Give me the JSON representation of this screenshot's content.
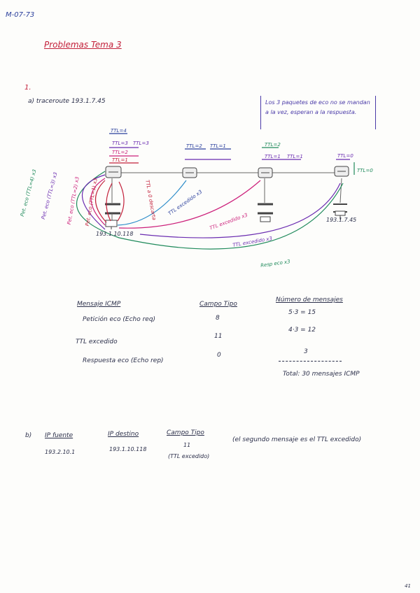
{
  "header": {
    "code": "M-07-73",
    "title": "Problemas Tema 3",
    "page_number": "41"
  },
  "section_a": {
    "mark": "1.",
    "cmd": "a) traceroute 193.1.7.45",
    "note": "Los 3 paquetes de eco no se mandan a la vez, esperan a la respuesta.",
    "ttl_labels": {
      "r1_top": [
        "TTL=4",
        "TTL=3",
        "TTL=2",
        "TTL=1"
      ],
      "r1_top_right": [
        "TTL=3"
      ],
      "r2_top": [
        "TTL=2",
        "TTL=1"
      ],
      "r3_top": [
        "TTL=2",
        "TTL=1"
      ],
      "r3_top2": [
        "TTL=1"
      ],
      "r4_top": [
        "TTL=0"
      ],
      "r4_side": "TTL=0"
    },
    "arrow_labels": {
      "ttl_excedido_x3": "TTL excedido x3",
      "ttl_excedido_x3b": "TTL excedido x3",
      "ttl_excedido_x3c": "TTL excedido x3",
      "resp_eco_x3": "Resp eco x3",
      "pet_eco_1": "Pet. eco (TTL=4) x3",
      "pet_eco_2": "Pet. eco (TTL=3) x3",
      "pet_eco_3": "Pet. eco (TTL=2) x3",
      "pet_eco_4": "Pet. eco (TTL=1) x3",
      "ttl_descartado": "TTL a 0 descarta"
    },
    "hosts": {
      "source": "193.1.10.118",
      "dest": "193.1.7.45"
    }
  },
  "table": {
    "headers": [
      "Mensaje ICMP",
      "Campo Tipo",
      "Número de mensajes"
    ],
    "rows": [
      {
        "msg": "Petición eco (Echo req)",
        "tipo": "8",
        "count": "5·3 = 15"
      },
      {
        "msg": "TTL excedido",
        "tipo": "11",
        "count": "4·3 = 12"
      },
      {
        "msg": "Respuesta eco (Echo rep)",
        "tipo": "0",
        "count": "3"
      }
    ],
    "total": "Total: 30 mensajes ICMP"
  },
  "section_b": {
    "mark": "b)",
    "headers": [
      "IP fuente",
      "IP destino",
      "Campo Tipo"
    ],
    "values": [
      "193.2.10.1",
      "193.1.10.118",
      "11"
    ],
    "tipo_note": "(TTL excedido)",
    "comment": "(el segundo mensaje es el TTL excedido)"
  }
}
